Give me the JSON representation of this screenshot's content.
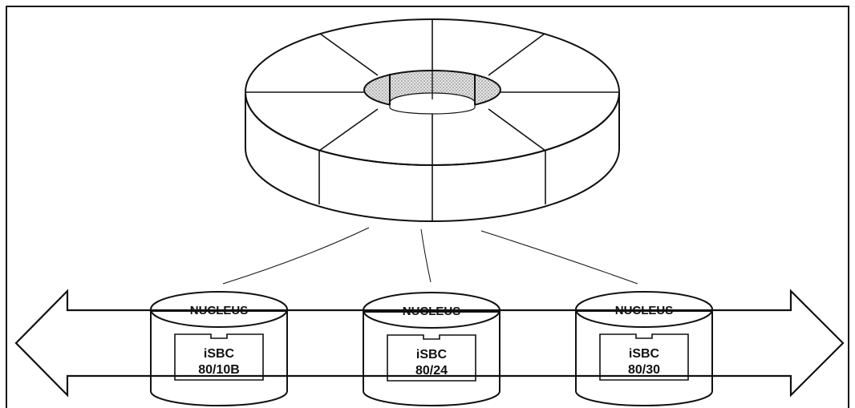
{
  "nodes": [
    {
      "nucleus": "NUCLEUS",
      "board_line1": "iSBC",
      "board_line2": "80/10B"
    },
    {
      "nucleus": "NUCLEUS",
      "board_line1": "iSBC",
      "board_line2": "80/24"
    },
    {
      "nucleus": "NUCLEUS",
      "board_line1": "iSBC",
      "board_line2": "80/30"
    }
  ],
  "colors": {
    "ink": "#111111",
    "background": "#ffffff",
    "hub_shading": "#c9c9c9"
  }
}
